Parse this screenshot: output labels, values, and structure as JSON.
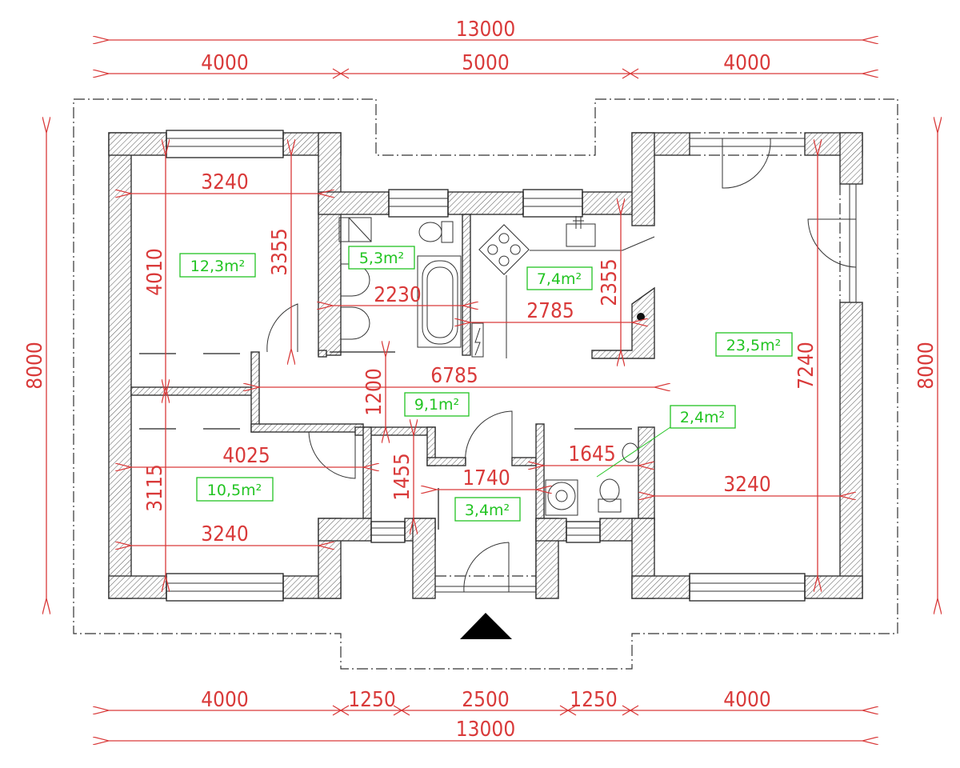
{
  "drawing": {
    "type": "floor plan",
    "units": "mm"
  },
  "overall_dimensions": {
    "top_total": "13000",
    "top_segments": [
      "4000",
      "5000",
      "4000"
    ],
    "bottom_segments": [
      "4000",
      "1250",
      "2500",
      "1250",
      "4000"
    ],
    "bottom_total": "13000",
    "left_height": "8000",
    "right_height": "8000"
  },
  "rooms": [
    {
      "id": "bedroom-1",
      "area": "12,3m²",
      "width": "3240",
      "height_a": "4010",
      "height_b": "3355"
    },
    {
      "id": "bathroom",
      "area": "5,3m²",
      "width": "2230"
    },
    {
      "id": "kitchen",
      "area": "7,4m²",
      "width": "2785",
      "height": "2355"
    },
    {
      "id": "living-room",
      "area": "23,5m²",
      "width": "3240",
      "height": "7240"
    },
    {
      "id": "hallway",
      "area": "9,1m²",
      "width": "6785",
      "height": "1200"
    },
    {
      "id": "bedroom-2",
      "area": "10,5m²",
      "width_a": "4025",
      "width_b": "3240",
      "height": "3115"
    },
    {
      "id": "storage",
      "height": "1455"
    },
    {
      "id": "entrance",
      "area": "3,4m²",
      "width": "1740"
    },
    {
      "id": "wc",
      "area": "2,4m²",
      "width": "1645"
    }
  ],
  "colors": {
    "dimension": "#d93a3a",
    "area_label": "#22c422",
    "wall_outline": "#333333",
    "entrance_marker": "#000000"
  }
}
